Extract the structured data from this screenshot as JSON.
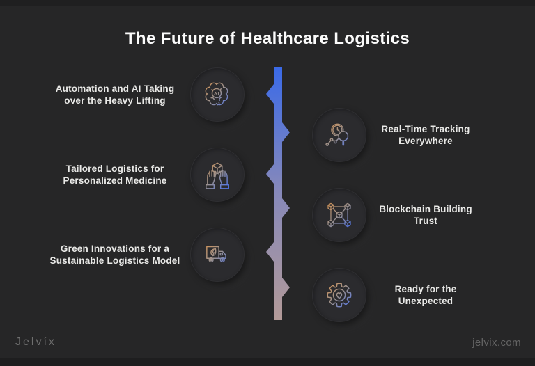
{
  "page": {
    "title": "The Future of Healthcare Logistics"
  },
  "items": {
    "left": [
      {
        "line1": "Automation and AI Taking",
        "line2": "over the Heavy Lifting",
        "icon": "ai-brain-icon",
        "ai_label": "AI"
      },
      {
        "line1": "Tailored Logistics for",
        "line2": "Personalized Medicine",
        "icon": "hands-holding-box-icon"
      },
      {
        "line1": "Green Innovations for a",
        "line2": "Sustainable Logistics Model",
        "icon": "eco-truck-icon"
      }
    ],
    "right": [
      {
        "line1": "Real-Time Tracking",
        "line2": "Everywhere",
        "icon": "clock-magnifier-route-icon"
      },
      {
        "line1": "Blockchain Building",
        "line2": "Trust",
        "icon": "blockchain-cubes-icon"
      },
      {
        "line1": "Ready for the",
        "line2": "Unexpected",
        "icon": "gear-heart-icon"
      }
    ]
  },
  "footer": {
    "logo_text": "Jelvíx",
    "website": "jelvix.com"
  },
  "colors": {
    "background": "#262627",
    "timeline_top": "#3a6ae8",
    "timeline_mid": "#8588bb",
    "timeline_bottom": "#b39a98",
    "icon_gradient_start": "#d29356",
    "icon_gradient_mid": "#9a9190",
    "icon_gradient_end": "#4f74e8",
    "text": "#e9e9e7"
  }
}
